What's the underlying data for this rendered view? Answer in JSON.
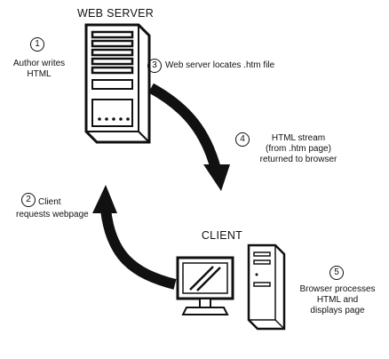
{
  "server_title": "WEB SERVER",
  "client_title": "CLIENT",
  "steps": [
    {
      "num": "1",
      "lines": [
        "Author writes",
        "HTML"
      ]
    },
    {
      "num": "2",
      "lines": [
        "Client",
        "requests webpage"
      ]
    },
    {
      "num": "3",
      "lines": [
        "Web server locates .htm file"
      ]
    },
    {
      "num": "4",
      "lines": [
        "HTML stream",
        "(from .htm page)",
        "returned to browser"
      ]
    },
    {
      "num": "5",
      "lines": [
        "Browser processes",
        "HTML and",
        "displays page"
      ]
    }
  ]
}
